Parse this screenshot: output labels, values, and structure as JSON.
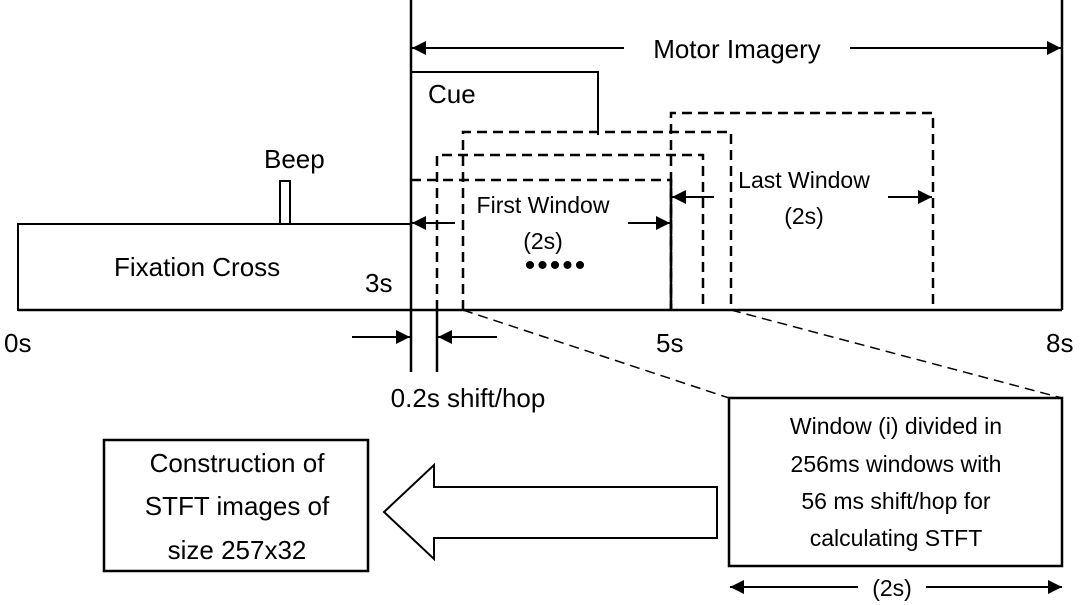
{
  "timeline": {
    "t0": "0s",
    "t3": "3s",
    "t5": "5s",
    "t8": "8s"
  },
  "labels": {
    "motor_imagery": "Motor Imagery",
    "cue": "Cue",
    "beep": "Beep",
    "fixation_cross": "Fixation Cross",
    "first_window": "First Window",
    "first_window_duration": "(2s)",
    "last_window": "Last Window",
    "last_window_duration": "(2s)",
    "shift_hop": "0.2s shift/hop",
    "ellipsis_dots": "•••••"
  },
  "stft_box": {
    "line1": "Window (i) divided in",
    "line2": "256ms windows with",
    "line3": "56 ms shift/hop for",
    "line4": "calculating STFT",
    "duration": "(2s)"
  },
  "construction_box": {
    "line1": "Construction of",
    "line2": "STFT images of",
    "line3": "size 257x32"
  }
}
